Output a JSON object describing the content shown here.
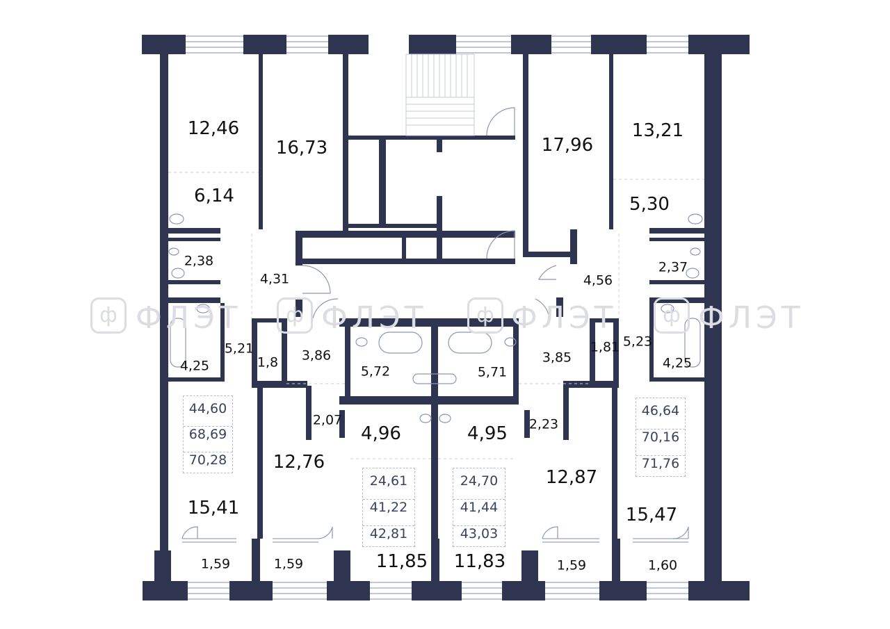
{
  "colors": {
    "wall": "#2f3550",
    "window": "#9aa3bf",
    "summary_text": "#3a4160",
    "watermark": "#dcdde2"
  },
  "watermark": {
    "logo_glyph": "ф",
    "text": "ФЛЭТ"
  },
  "rooms": {
    "r_12_46": "12,46",
    "r_16_73": "16,73",
    "r_17_96": "17,96",
    "r_13_21": "13,21",
    "r_6_14": "6,14",
    "r_5_30": "5,30",
    "r_2_38": "2,38",
    "r_2_37": "2,37",
    "r_4_31": "4,31",
    "r_4_56": "4,56",
    "r_5_21": "5,21",
    "r_5_23": "5,23",
    "r_4_25_left": "4,25",
    "r_4_25_right": "4,25",
    "r_1_8": "1,8",
    "r_1_81": "1,81",
    "r_3_86": "3,86",
    "r_3_85": "3,85",
    "r_5_72": "5,72",
    "r_5_71": "5,71",
    "r_2_07": "2,07",
    "r_2_23": "2,23",
    "r_4_96": "4,96",
    "r_4_95": "4,95",
    "r_12_76": "12,76",
    "r_12_87": "12,87",
    "r_15_41": "15,41",
    "r_15_47": "15,47",
    "r_11_85": "11,85",
    "r_11_83": "11,83",
    "b_1_59_a": "1,59",
    "b_1_59_b": "1,59",
    "b_1_59_c": "1,59",
    "b_1_60": "1,60"
  },
  "apartments": [
    {
      "id": "apt-left",
      "living": "44,60",
      "total": "68,69",
      "with_balcony": "70,28"
    },
    {
      "id": "apt-center-left",
      "living": "24,61",
      "total": "41,22",
      "with_balcony": "42,81"
    },
    {
      "id": "apt-center-right",
      "living": "24,70",
      "total": "41,44",
      "with_balcony": "43,03"
    },
    {
      "id": "apt-right",
      "living": "46,64",
      "total": "70,16",
      "with_balcony": "71,76"
    }
  ]
}
